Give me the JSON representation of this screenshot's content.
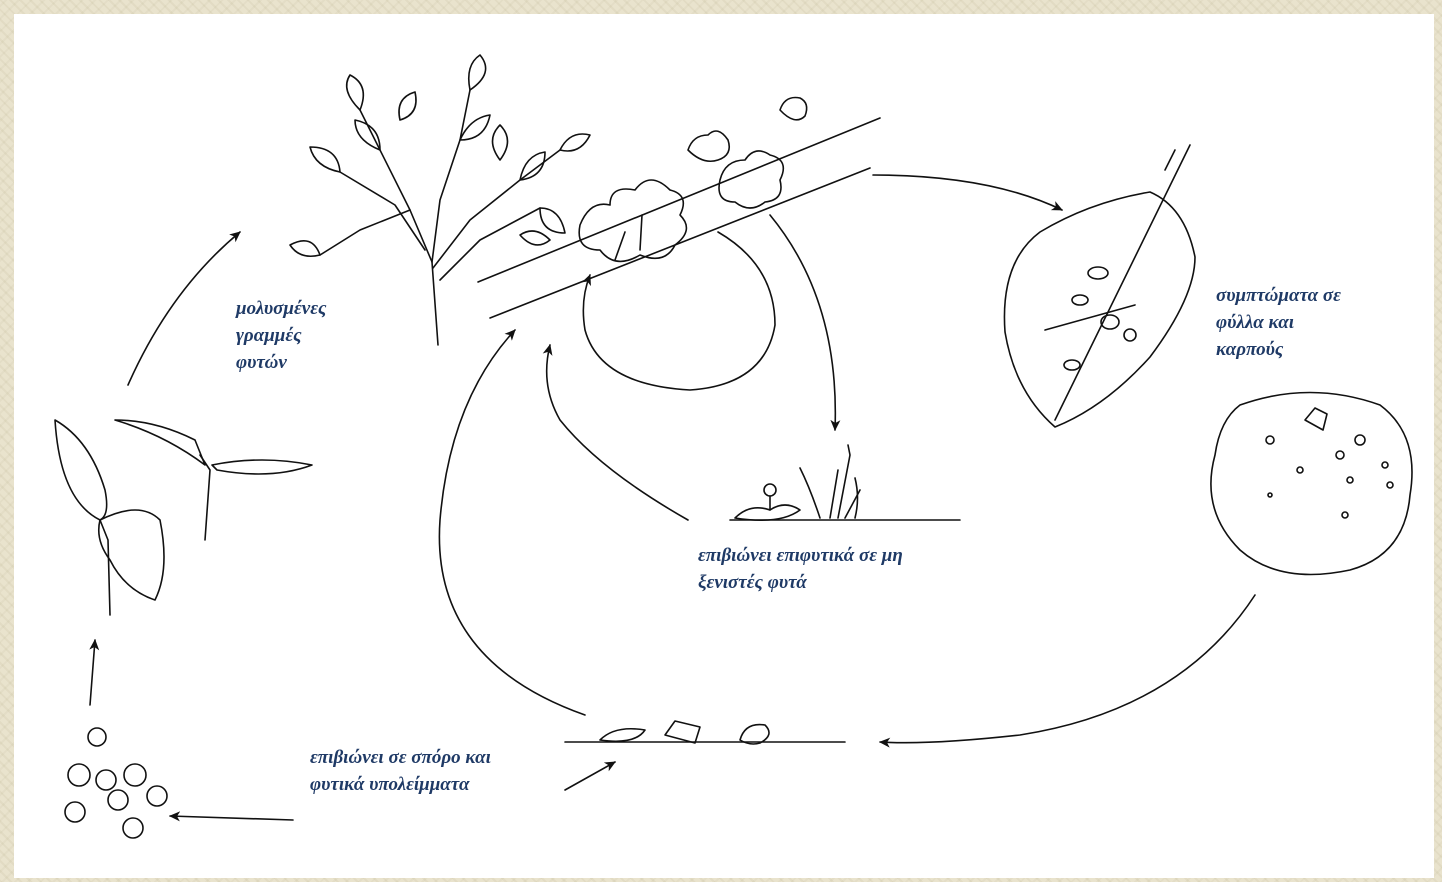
{
  "labels": {
    "infected_lines": "μολυσμένες\nγραμμές\nφυτών",
    "symptoms": "συμπτώματα σε\nφύλλα και\nκαρπούς",
    "epiphytic": "επιβιώνει επιφυτικά σε μη\nξενιστές φυτά",
    "seed_debris": "επιβιώνει σε σπόρο και\nφυτικά υπολείμματα"
  },
  "colors": {
    "text": "#1f3a66",
    "line": "#111111",
    "border": "#e9e3cd"
  }
}
